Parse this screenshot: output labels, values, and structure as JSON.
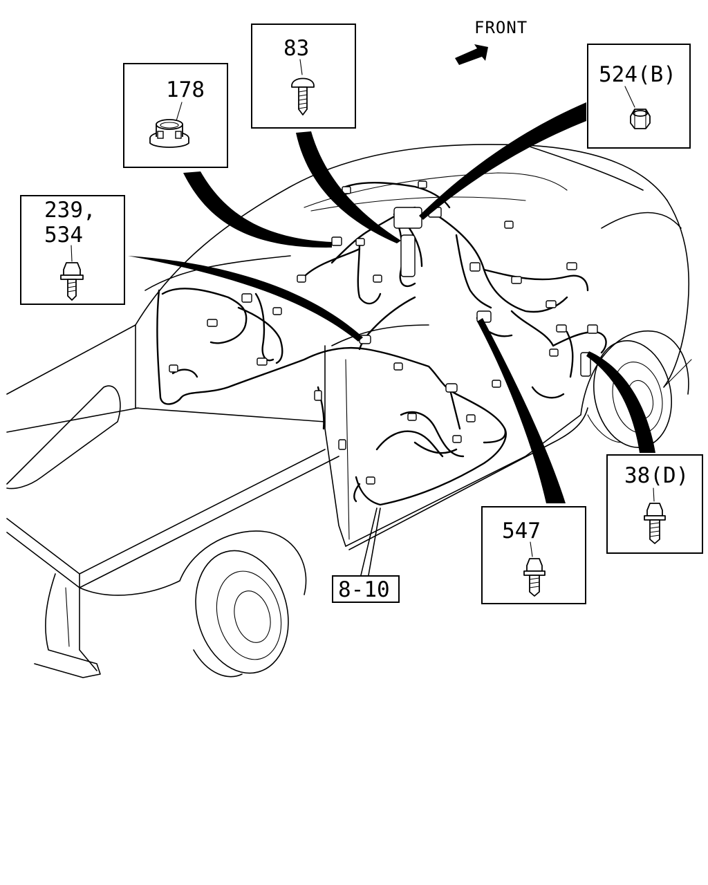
{
  "diagram": {
    "direction_label": "FRONT",
    "parts": [
      {
        "id": "part-178",
        "label": "178",
        "kind": "grommet"
      },
      {
        "id": "part-83",
        "label": "83",
        "kind": "screw"
      },
      {
        "id": "part-524b",
        "label": "524(B)",
        "kind": "nut"
      },
      {
        "id": "part-239-534",
        "label_line1": "239,",
        "label_line2": "534",
        "kind": "bolt"
      },
      {
        "id": "part-38d",
        "label": "38(D)",
        "kind": "bolt"
      },
      {
        "id": "part-547",
        "label": "547",
        "kind": "bolt"
      }
    ],
    "callout": "8-10"
  }
}
